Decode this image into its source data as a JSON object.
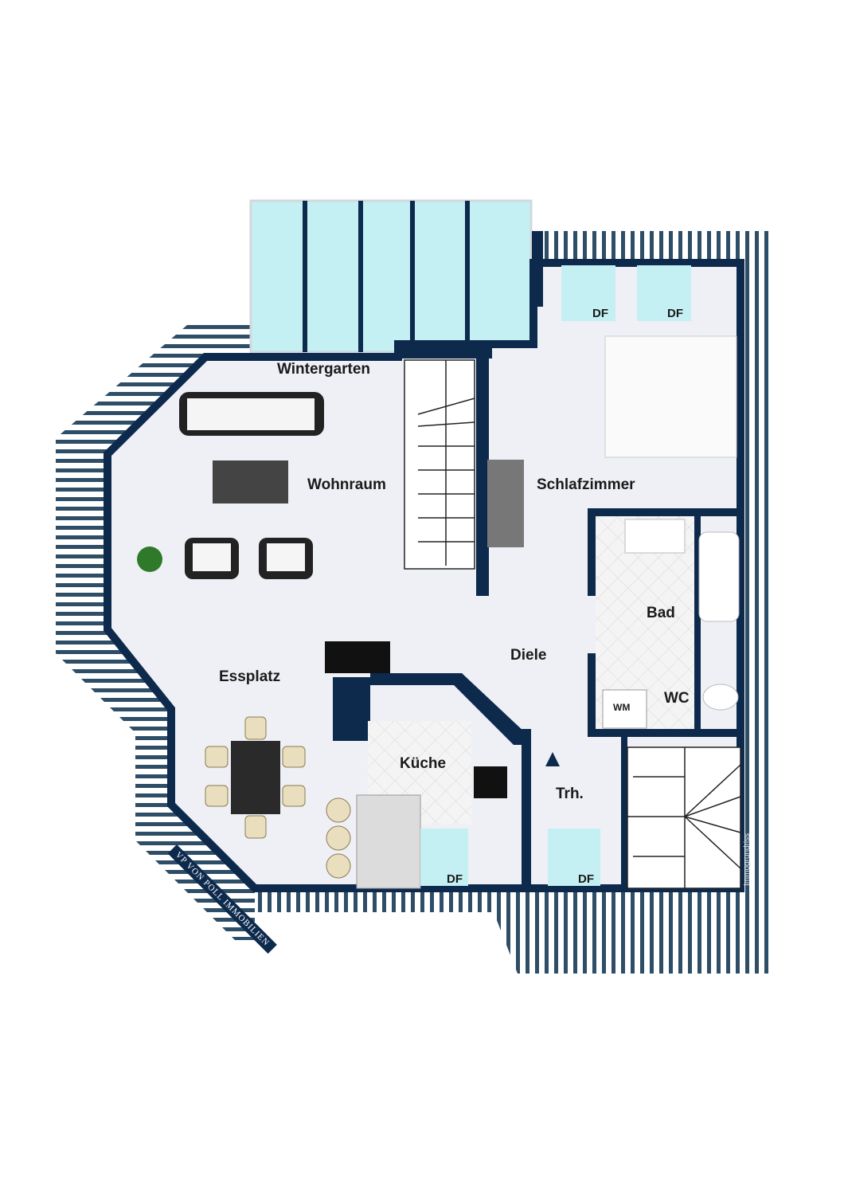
{
  "colors": {
    "wall": "#0d2a4d",
    "floor": "#eef0f5",
    "glass": "#bdeef3",
    "stripe": "#2e4d66"
  },
  "rooms": {
    "wintergarten": "Wintergarten",
    "wohnraum": "Wohnraum",
    "schlafzimmer": "Schlafzimmer",
    "bad": "Bad",
    "diele": "Diele",
    "essplatz": "Essplatz",
    "wc": "WC",
    "kueche": "Küche",
    "treppenhaus": "Trh."
  },
  "fixtures": {
    "df1": "DF",
    "df2": "DF",
    "df3": "DF",
    "df4": "DF",
    "wm": "WM"
  },
  "branding": {
    "logo": "VON POLL IMMOBILIEN",
    "logo_mark": "VP",
    "credit": "Immogrundriss"
  }
}
